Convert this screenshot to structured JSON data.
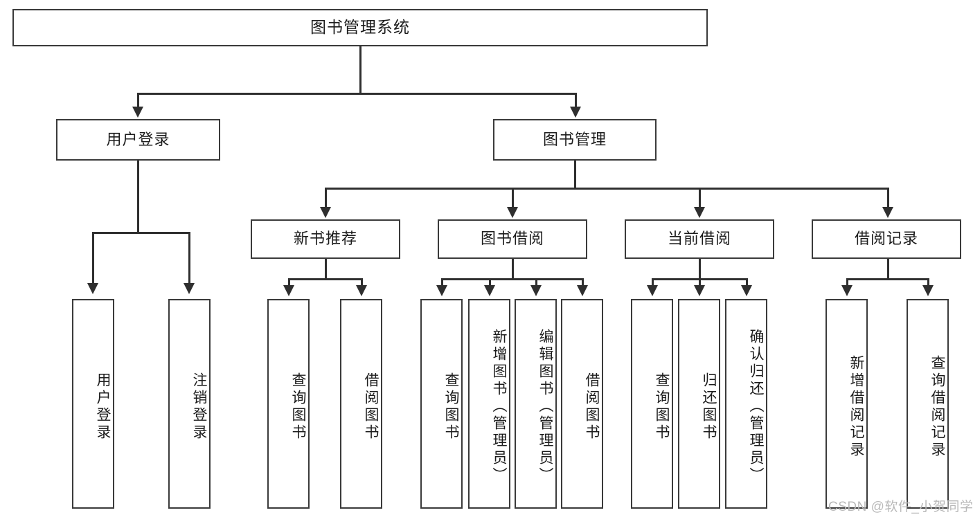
{
  "diagram": {
    "title": "图书管理系统",
    "type": "tree",
    "root": {
      "id": "root",
      "label": "图书管理系统",
      "orientation": "horizontal"
    },
    "level1": [
      {
        "id": "user-login",
        "label": "用户登录",
        "orientation": "horizontal"
      },
      {
        "id": "book-management",
        "label": "图书管理",
        "orientation": "horizontal"
      }
    ],
    "level2": [
      {
        "id": "new-book-recommend",
        "label": "新书推荐",
        "parent": "book-management",
        "orientation": "horizontal"
      },
      {
        "id": "book-borrow",
        "label": "图书借阅",
        "parent": "book-management",
        "orientation": "horizontal"
      },
      {
        "id": "current-borrow",
        "label": "当前借阅",
        "parent": "book-management",
        "orientation": "horizontal"
      },
      {
        "id": "borrow-record",
        "label": "借阅记录",
        "parent": "book-management",
        "orientation": "horizontal"
      }
    ],
    "leaves": [
      {
        "id": "leaf-user-login",
        "label": "用户登录",
        "parent": "user-login",
        "orientation": "vertical"
      },
      {
        "id": "leaf-user-logout",
        "label": "注销登录",
        "parent": "user-login",
        "orientation": "vertical"
      },
      {
        "id": "leaf-query-book-1",
        "label": "查询图书",
        "parent": "new-book-recommend",
        "orientation": "vertical"
      },
      {
        "id": "leaf-borrow-book-1",
        "label": "借阅图书",
        "parent": "new-book-recommend",
        "orientation": "vertical"
      },
      {
        "id": "leaf-query-book-2",
        "label": "查询图书",
        "parent": "book-borrow",
        "orientation": "vertical"
      },
      {
        "id": "leaf-add-book",
        "label": "新增图书（管理员）",
        "parent": "book-borrow",
        "orientation": "vertical"
      },
      {
        "id": "leaf-edit-book",
        "label": "编辑图书（管理员）",
        "parent": "book-borrow",
        "orientation": "vertical"
      },
      {
        "id": "leaf-borrow-book-2",
        "label": "借阅图书",
        "parent": "book-borrow",
        "orientation": "vertical"
      },
      {
        "id": "leaf-query-book-3",
        "label": "查询图书",
        "parent": "current-borrow",
        "orientation": "vertical"
      },
      {
        "id": "leaf-return-book",
        "label": "归还图书",
        "parent": "current-borrow",
        "orientation": "vertical"
      },
      {
        "id": "leaf-confirm-return",
        "label": "确认归还（管理员）",
        "parent": "current-borrow",
        "orientation": "vertical"
      },
      {
        "id": "leaf-add-record",
        "label": "新增借阅记录",
        "parent": "borrow-record",
        "orientation": "vertical"
      },
      {
        "id": "leaf-query-record",
        "label": "查询借阅记录",
        "parent": "borrow-record",
        "orientation": "vertical"
      }
    ],
    "colors": {
      "box_border": "#3a3a3a",
      "connector": "#2f2f2f",
      "box_fill": "#ffffff",
      "text": "#1c1c1c",
      "watermark": "#b9b9b9"
    }
  },
  "watermark": {
    "text": "CSDN @软件_小贺同学"
  }
}
